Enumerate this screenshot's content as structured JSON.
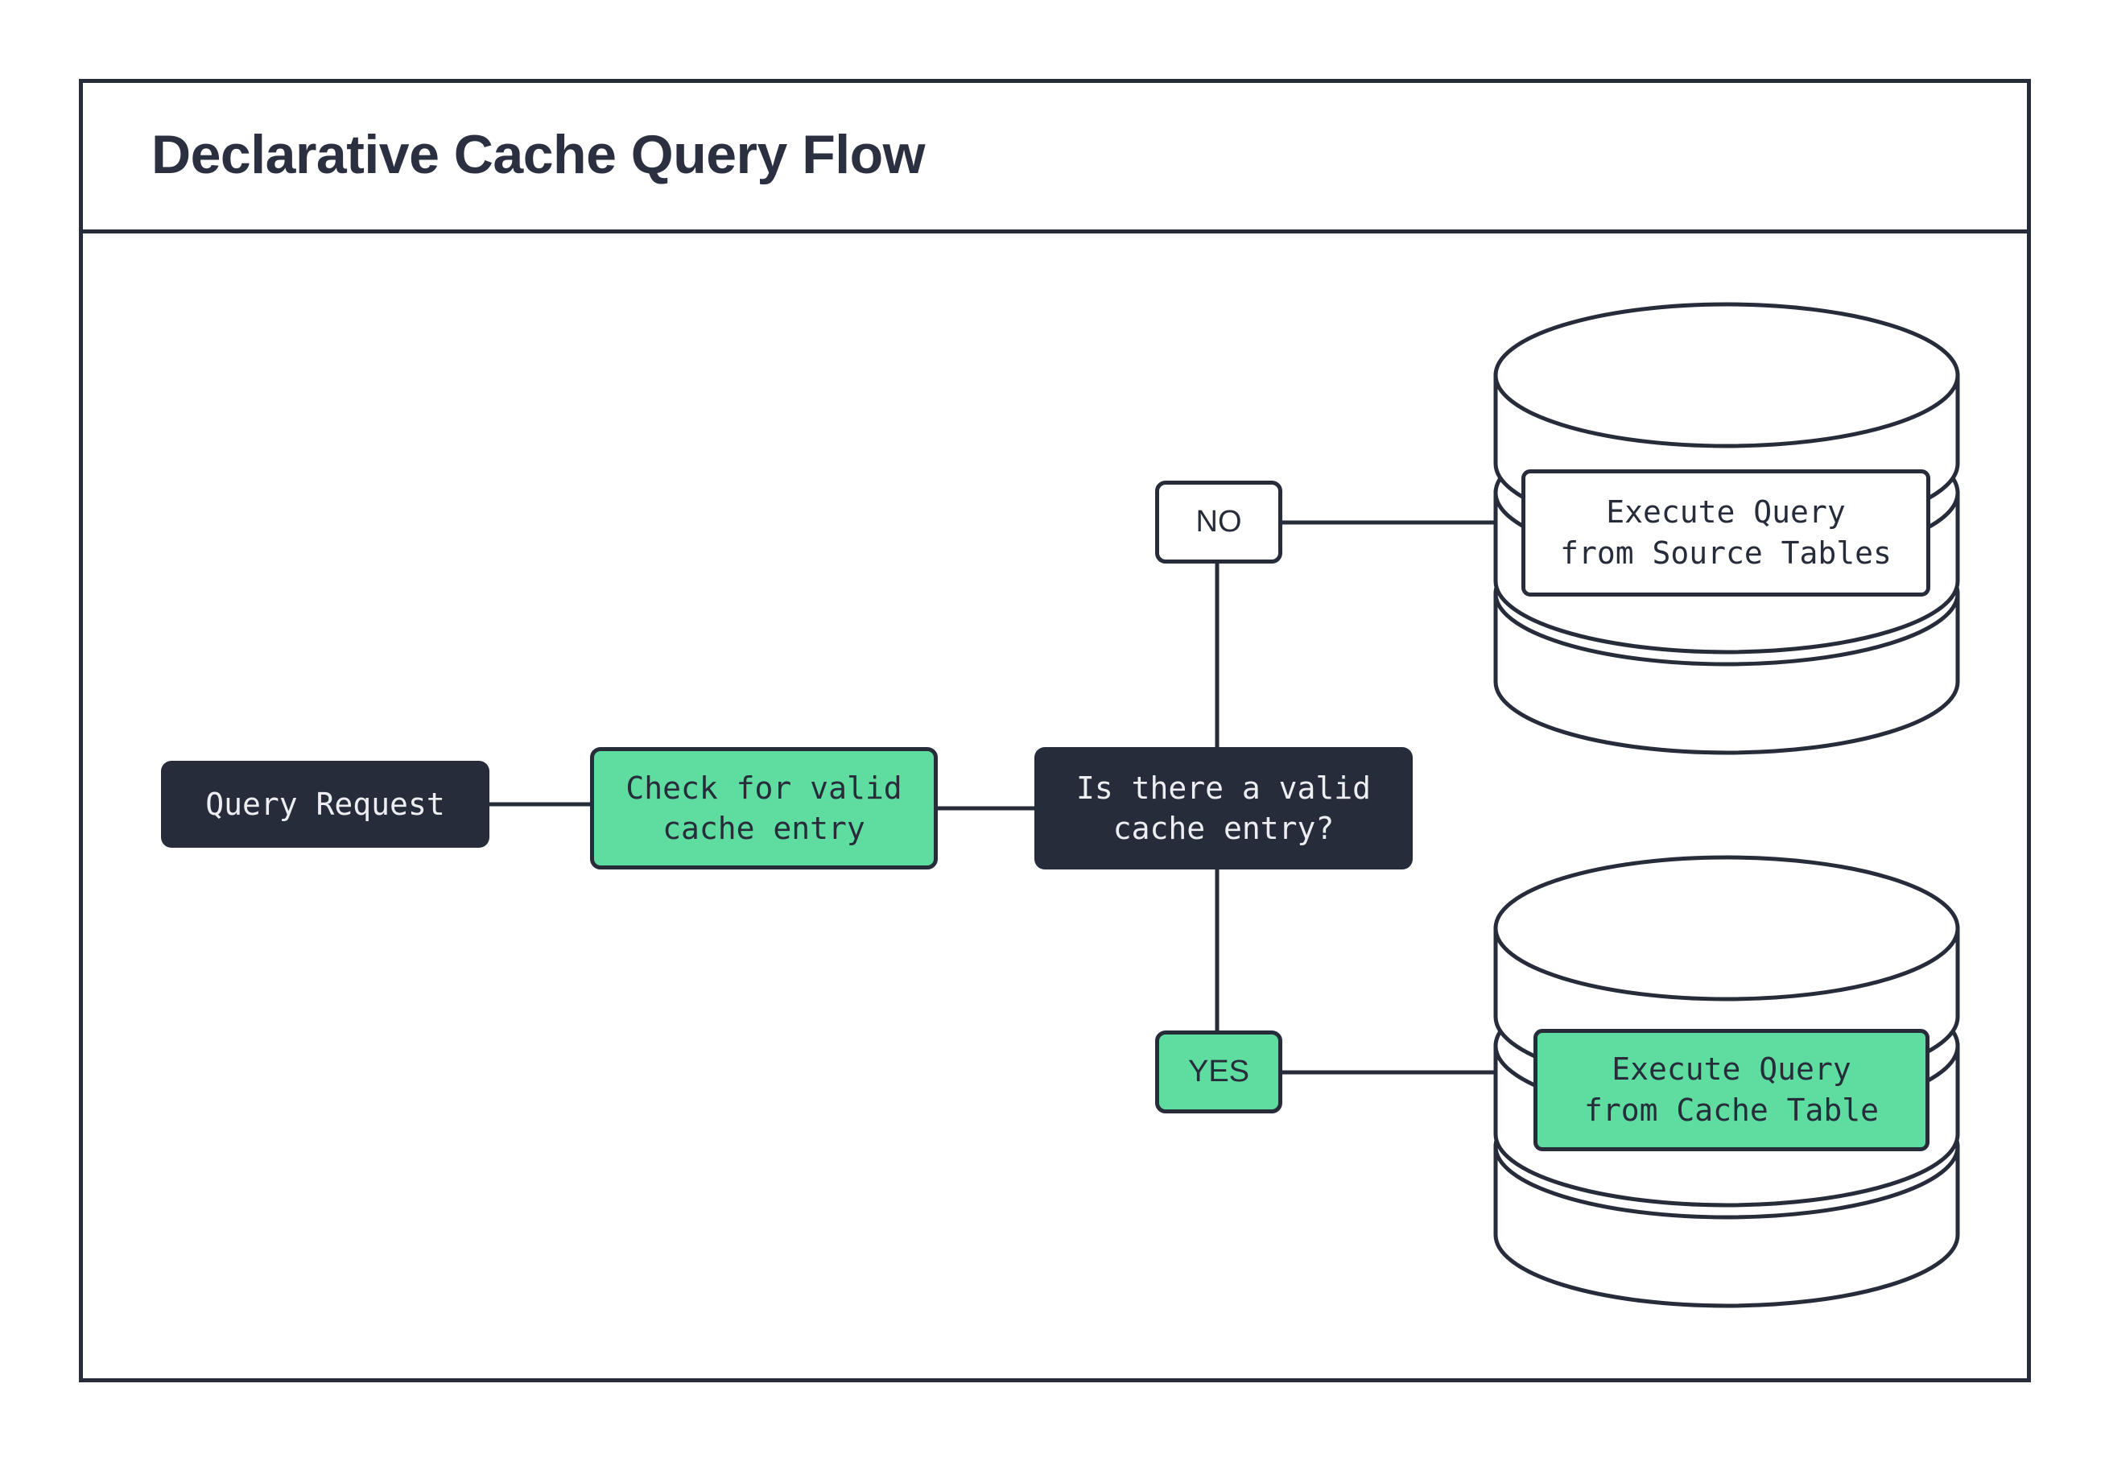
{
  "header": {
    "title": "Declarative Cache Query Flow"
  },
  "diagram": {
    "type": "flowchart",
    "nodes": {
      "query_request": {
        "label": "Query Request",
        "style": "dark"
      },
      "check_cache": {
        "label": "Check for valid\ncache entry",
        "style": "green"
      },
      "decision": {
        "label": "Is there a valid\ncache entry?",
        "style": "dark"
      },
      "source_db": {
        "label": "Execute Query\nfrom Source Tables",
        "style": "white",
        "shape": "database-cylinder"
      },
      "cache_db": {
        "label": "Execute Query\nfrom Cache Table",
        "style": "green",
        "shape": "database-cylinder"
      }
    },
    "branches": {
      "no": {
        "label": "NO",
        "style": "white"
      },
      "yes": {
        "label": "YES",
        "style": "green"
      }
    },
    "edges": [
      {
        "from": "query_request",
        "to": "check_cache"
      },
      {
        "from": "check_cache",
        "to": "decision"
      },
      {
        "from": "decision",
        "to": "no",
        "direction": "up"
      },
      {
        "from": "no",
        "to": "source_db",
        "direction": "right"
      },
      {
        "from": "decision",
        "to": "yes",
        "direction": "down"
      },
      {
        "from": "yes",
        "to": "cache_db",
        "direction": "right"
      }
    ]
  },
  "colors": {
    "ink": "#272C3B",
    "green": "#5FDCA0",
    "paper": "#FFFFFF",
    "dark_text": "#ECEEF2"
  }
}
